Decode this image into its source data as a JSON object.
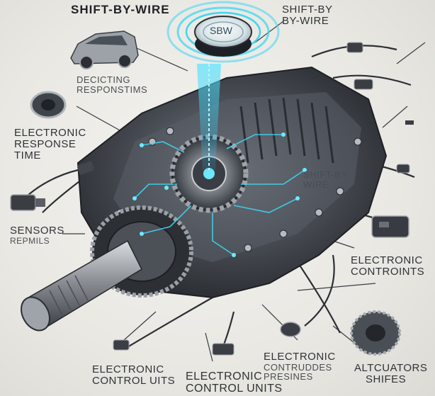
{
  "title": "SHIFT-BY-WIRE",
  "knob_text": "SBW",
  "labels": {
    "shift_by_wire_1": "SHIFT-BY",
    "shift_by_wire_2": "BY-WIRE",
    "depicting_1": "DECICTING",
    "depicting_2": "RESPONSTIMS",
    "response_1": "ELECTRONIC",
    "response_2": "RESPONSE",
    "response_3": "TIME",
    "shift_by_right_1": "SHIFT-BY",
    "shift_by_right_2": "WIRE",
    "sensors_1": "SENSORS",
    "sensors_2": "REPMILS",
    "electronic_controls_1": "ELECTRONIC",
    "electronic_controls_2": "CONTROINTS",
    "ecu_left_1": "ELECTRONIC",
    "ecu_left_2": "CONTROL UITS",
    "ecu_center_1": "ELECTRONIC",
    "ecu_center_2": "CONTROL UNITS",
    "controlled_1": "ELECTRONIC",
    "controlled_2": "CONTRUDDES",
    "controlled_3": "PRESINES",
    "actuators_1": "ALTCUATORS",
    "actuators_2": "SHIFES"
  },
  "colors": {
    "accent_cyan": "#3fd6f2",
    "metal_dark": "#3c4046",
    "metal_light": "#a9adb3",
    "background": "#ecebe6"
  }
}
